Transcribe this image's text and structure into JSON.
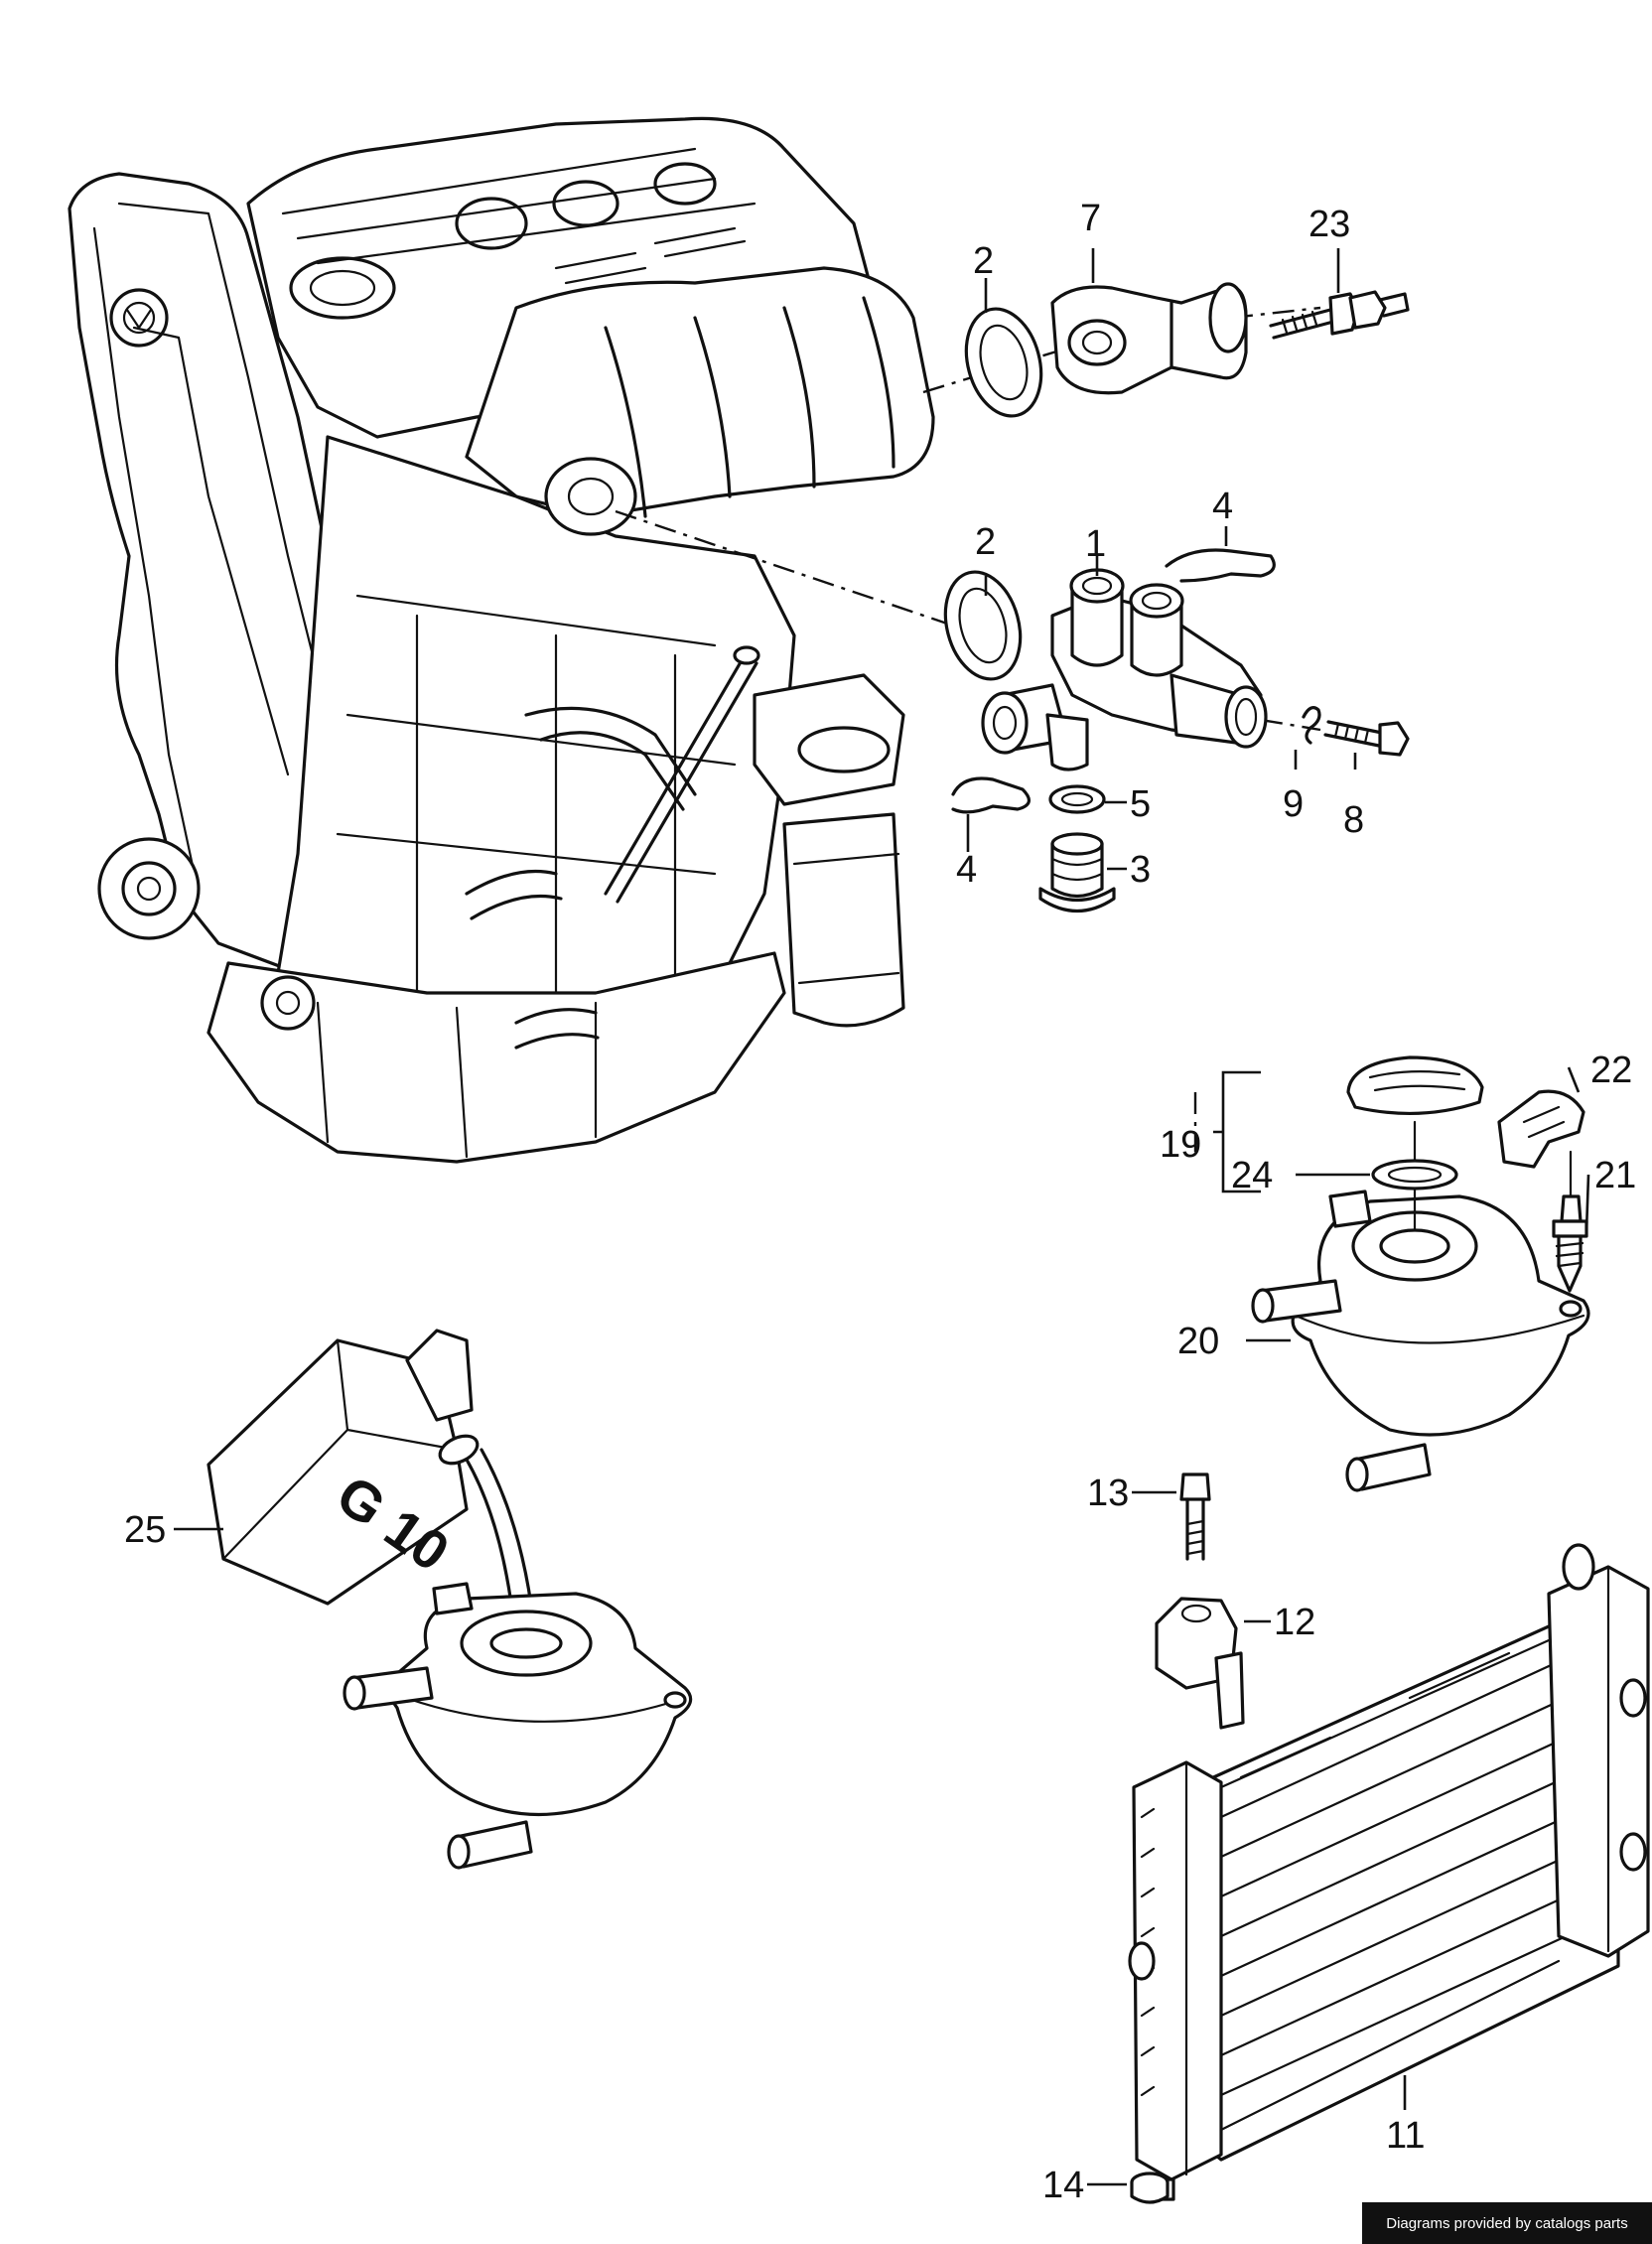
{
  "callouts": {
    "c1": "1",
    "c2a": "2",
    "c2b": "2",
    "c3": "3",
    "c4a": "4",
    "c4b": "4",
    "c5": "5",
    "c7": "7",
    "c8": "8",
    "c9": "9",
    "c11": "11",
    "c12": "12",
    "c13": "13",
    "c14": "14",
    "c19": "19",
    "c20": "20",
    "c21": "21",
    "c22": "22",
    "c23": "23",
    "c24": "24",
    "c25": "25"
  },
  "canister_text": "G 10",
  "credit": "Diagrams provided by catalogs parts"
}
